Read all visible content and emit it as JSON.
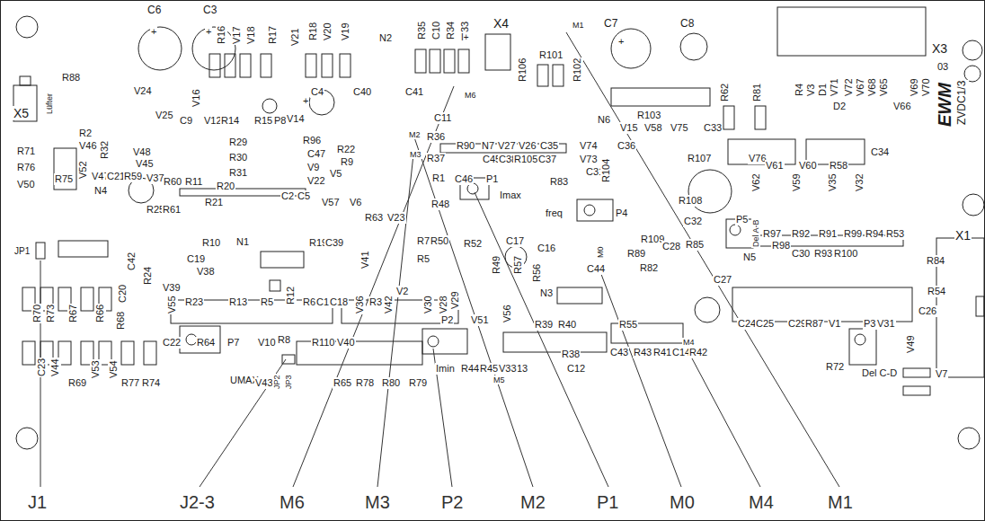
{
  "diagram": {
    "labels": [
      "C6",
      "+",
      "C3",
      "+",
      "R16",
      "V17",
      "V18",
      "R17",
      "V21",
      "R18",
      "V20",
      "V19",
      "N2",
      "R35",
      "C10",
      "R34",
      "R33",
      "X4",
      "I+",
      "M1",
      "C7",
      "+",
      "C8",
      "R106",
      "R101",
      "R102",
      "X3",
      "03",
      "EWM",
      "ZVDC1/3",
      "R62",
      "R81",
      "R4",
      "V3",
      "D1",
      "V71",
      "D2",
      "V72",
      "V67",
      "V68",
      "V65",
      "V66",
      "V69",
      "V70",
      "X5",
      "Lüfter",
      "R88",
      "V24",
      "V25",
      "C9",
      "V16",
      "V12",
      "R14",
      "R15",
      "P8",
      "V14",
      "C4",
      "+",
      "C40",
      "C41",
      "M6",
      "C11",
      "N6",
      "R103",
      "V15",
      "V58",
      "V75",
      "C33",
      "R2",
      "V46",
      "R32",
      "V48",
      "R71",
      "R76",
      "V50",
      "V52",
      "R75",
      "V47",
      "C21",
      "R59",
      "V45",
      "V37",
      "N4",
      "R29",
      "R30",
      "R31",
      "R60",
      "R11",
      "R20",
      "R96",
      "C47",
      "V9",
      "V22",
      "R22",
      "R9",
      "C2",
      "C5",
      "V5",
      "V57",
      "V6",
      "R21",
      "R25",
      "R61",
      "M2",
      "R36",
      "M3",
      "R37",
      "R90",
      "N7",
      "V27",
      "V26",
      "C35",
      "V74",
      "C36",
      "C45",
      "C38",
      "R105",
      "C37",
      "V73",
      "C31",
      "R104",
      "R1",
      "C46",
      "P1",
      "Imax",
      "R48",
      "R83",
      "R107",
      "C34",
      "V76",
      "V61",
      "V60",
      "R58",
      "V62",
      "V59",
      "V35",
      "V32",
      "C32",
      "P5",
      "Del A-B",
      "R97",
      "R92",
      "R91",
      "R99",
      "R94",
      "R53",
      "R98",
      "C30",
      "R93",
      "R100",
      "N5",
      "X1",
      "freq",
      "P4",
      "R108",
      "C17",
      "C16",
      "C44",
      "M0",
      "R109",
      "R89",
      "C28",
      "R85",
      "C27",
      "R82",
      "R84",
      "R54",
      "C26",
      "C24",
      "C25",
      "C29",
      "R87",
      "V1",
      "P3",
      "V31",
      "V49",
      "V7",
      "Del C-D",
      "R72",
      "M4",
      "R55",
      "C43",
      "R43",
      "R41",
      "C14",
      "R42",
      "R40",
      "R39",
      "R38",
      "C12",
      "C13",
      "Imin",
      "R44",
      "R45",
      "V33",
      "M5",
      "P2",
      "N3",
      "V51",
      "V56",
      "JP1",
      "R10",
      "N1",
      "R19",
      "C39",
      "R63",
      "V23",
      "R7",
      "R50",
      "R52",
      "V41",
      "R5",
      "R49",
      "R57",
      "R56",
      "C42",
      "C19",
      "V38",
      "R24",
      "V39",
      "C20",
      "V55",
      "R23",
      "R13",
      "R5",
      "R12",
      "R6",
      "C1",
      "C18",
      "V36",
      "R3",
      "V42",
      "V2",
      "V30",
      "V28",
      "V29",
      "R70",
      "R73",
      "R67",
      "R66",
      "R68",
      "C22",
      "R64",
      "P7",
      "UMAX",
      "V10",
      "R8",
      "R110",
      "V40",
      "V43",
      "JP2",
      "JP3",
      "R65",
      "R78",
      "R80",
      "R79",
      "C23",
      "V44",
      "R69",
      "V53",
      "V54",
      "R77",
      "R74",
      "J1",
      "J2-3",
      "M6",
      "M3",
      "P2",
      "M2",
      "P1",
      "M0",
      "M4",
      "M1"
    ]
  }
}
